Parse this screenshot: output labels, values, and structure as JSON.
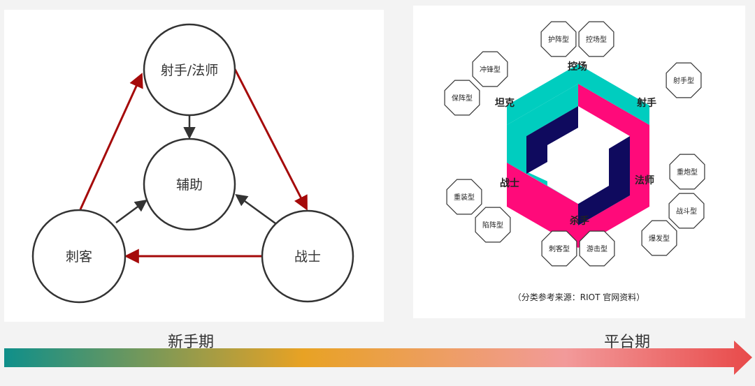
{
  "left_diagram": {
    "nodes": {
      "shooter_mage": "射手/法师",
      "support": "辅助",
      "assassin": "刺客",
      "fighter": "战士"
    }
  },
  "right_diagram": {
    "roles": {
      "control": "控场",
      "shooter": "射手",
      "tank": "坦克",
      "mage": "法师",
      "fighter": "战士",
      "killer": "杀手"
    },
    "subtypes": {
      "guard": "护阵型",
      "field_control": "控场型",
      "charge": "冲锋型",
      "protect": "保阵型",
      "shooter_type": "射手型",
      "artillery": "重炮型",
      "battle": "战斗型",
      "burst": "爆发型",
      "heavy_armor": "重装型",
      "trap": "陷阵型",
      "assassin_type": "刺客型",
      "skirmish": "游击型"
    },
    "source_note": "（分类参考来源：RIOT 官网资料）"
  },
  "timeline": {
    "start_label": "新手期",
    "end_label": "平台期"
  },
  "colors": {
    "arrow_red": "#a50a0a",
    "arrow_dark": "#333333",
    "hex_cyan": "#00cdbf",
    "hex_pink": "#ff0a7a",
    "hex_navy": "#0f0a5e",
    "gradient_start": "#0f8f8a",
    "gradient_mid": "#e8a224",
    "gradient_pink": "#f29a9a",
    "gradient_end": "#e84a4a"
  }
}
